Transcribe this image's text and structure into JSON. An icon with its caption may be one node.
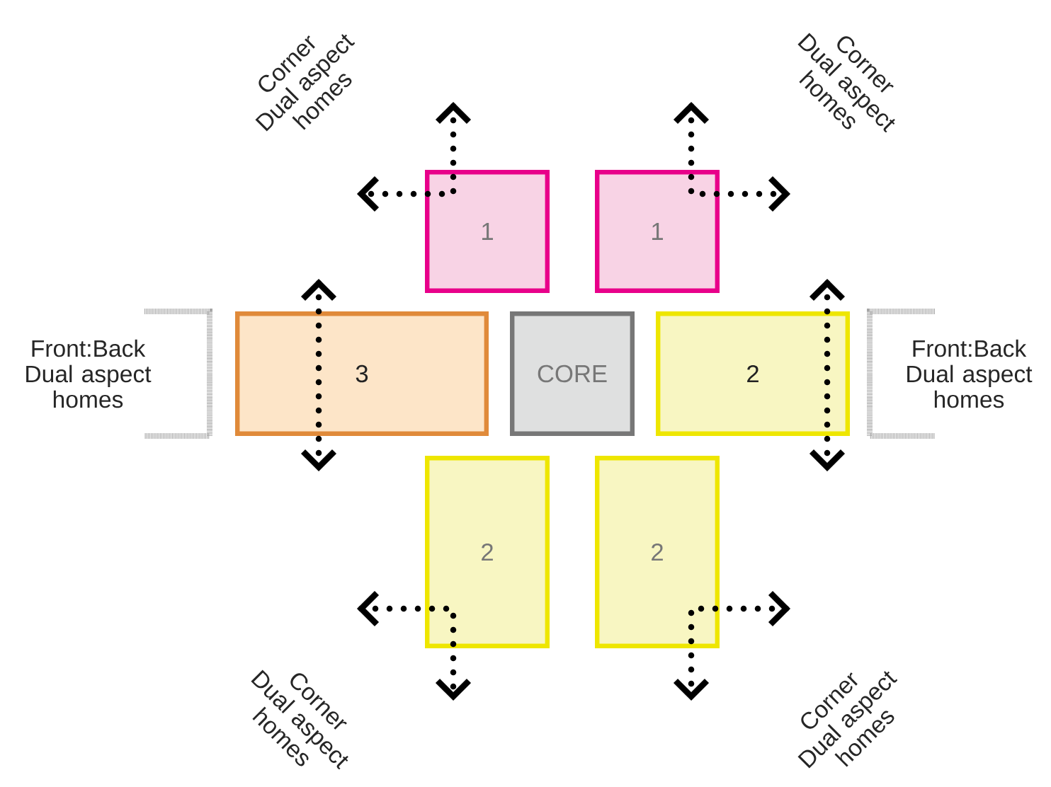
{
  "diagram": {
    "nodes": [
      {
        "text": [
          "1"
        ]
      },
      {
        "text": [
          "1"
        ]
      },
      {
        "text": [
          "3"
        ]
      },
      {
        "text": [
          "CORE"
        ]
      },
      {
        "text": [
          "2"
        ]
      },
      {
        "text": [
          "2"
        ]
      },
      {
        "text": [
          "2"
        ]
      }
    ],
    "labels": [
      "Corner Dual aspect homes",
      "Corner Dual aspect homes",
      "Front:Back Dual aspect homes",
      "Front:Back Dual aspect homes",
      "Corner Dual aspect homes",
      "Corner Dual aspect homes"
    ]
  }
}
